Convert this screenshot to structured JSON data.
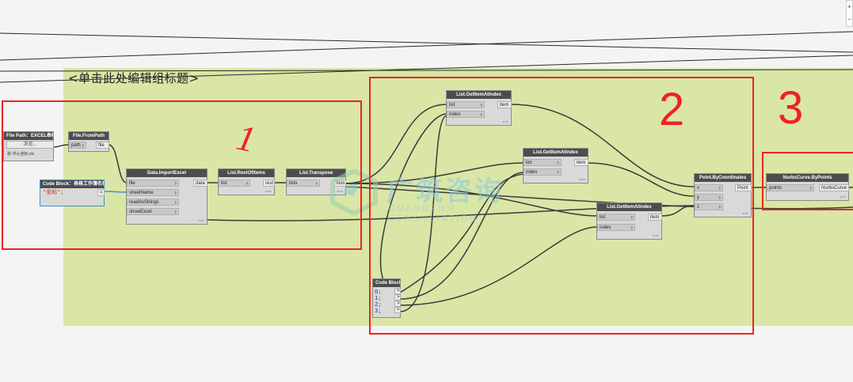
{
  "group": {
    "title": "<单击此处编辑组标题>"
  },
  "annotations": {
    "section1": "1",
    "section2": "2",
    "section3": "3"
  },
  "watermark": {
    "text": "广筑咨询",
    "subtitle": "GUANGZHU CONSULTATION"
  },
  "zoom_controls": {
    "zoom_in": "+",
    "zoom_out": "−"
  },
  "nodes": {
    "file_path": {
      "title": "File Path：EXCEL表格",
      "button": "浏览...",
      "value": "张·中心坐标.xls"
    },
    "file_from_path": {
      "title": "File.FromPath",
      "in": "path",
      "out": "file"
    },
    "code_block_sheet": {
      "title": "Code Block：表格工作簿名称",
      "code": "\"坐标\";",
      "out": ">"
    },
    "import_excel": {
      "title": "Data.ImportExcel",
      "in": [
        "file",
        "sheetName",
        "readAsStrings",
        "showExcel"
      ],
      "out": "data",
      "lacing": "auto"
    },
    "rest_of_items": {
      "title": "List.RestOfItems",
      "in": "list",
      "out": "rest",
      "lacing": "auto"
    },
    "transpose": {
      "title": "List.Transpose",
      "in": "lists",
      "out": "lists",
      "lacing": "auto"
    },
    "get_item_1": {
      "title": "List.GetItemAtIndex",
      "in": [
        "list",
        "index"
      ],
      "out": "item",
      "lacing": "auto"
    },
    "get_item_2": {
      "title": "List.GetItemAtIndex",
      "in": [
        "list",
        "index"
      ],
      "out": "item",
      "lacing": "auto"
    },
    "get_item_3": {
      "title": "List.GetItemAtIndex",
      "in": [
        "list",
        "index"
      ],
      "out": "item",
      "lacing": "auto"
    },
    "code_block_idx": {
      "title": "Code Block",
      "lines": [
        "0;",
        "1;",
        "2;",
        "3;"
      ],
      "out": ">"
    },
    "point_by_coords": {
      "title": "Point.ByCoordinates",
      "in": [
        "x",
        "y",
        "z"
      ],
      "out": "Point",
      "lacing": "auto"
    },
    "nurbs_curve": {
      "title": "NurbsCurve.ByPoints",
      "in": "points",
      "out": "NurbsCurve",
      "lacing": "auto"
    }
  },
  "colors": {
    "group_bg": "#d9e6a6",
    "annotation_red": "#ee2222",
    "node_header": "#4d4d4d",
    "wire": "#3a3a3a",
    "wire_selected": "#3e8fd6"
  }
}
